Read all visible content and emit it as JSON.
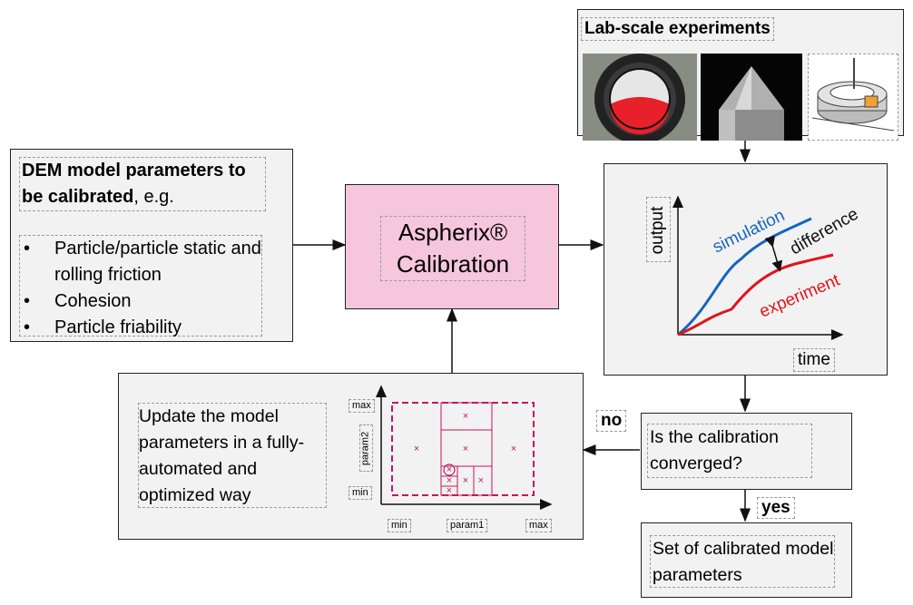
{
  "dem_box": {
    "heading_bold": "DEM model parameters to be calibrated",
    "heading_rest": ", e.g.",
    "bullets": [
      "Particle/particle static and rolling friction",
      "Cohesion",
      "Particle friability"
    ]
  },
  "center_box": {
    "line1": "Aspherix®",
    "line2": "Calibration"
  },
  "lab_box": {
    "title": "Lab-scale experiments"
  },
  "graph_box": {
    "ylabel": "output",
    "xlabel": "time",
    "simulation_label": "simulation",
    "difference_label": "difference",
    "experiment_label": "experiment",
    "colors": {
      "simulation": "#1565c0",
      "experiment": "#e0141e"
    }
  },
  "update_box": {
    "text": "Update the model parameters in a fully-automated and optimized way",
    "plot": {
      "ymax_label": "max",
      "ymin_label": "min",
      "ylabel": "param2",
      "xmin_label": "min",
      "xlabel": "param1",
      "xmax_label": "max",
      "accent_color": "#c2185b"
    }
  },
  "decision_box": {
    "text": "Is the calibration converged?"
  },
  "no_label": "no",
  "yes_label": "yes",
  "result_box": {
    "text": "Set of calibrated model parameters"
  }
}
